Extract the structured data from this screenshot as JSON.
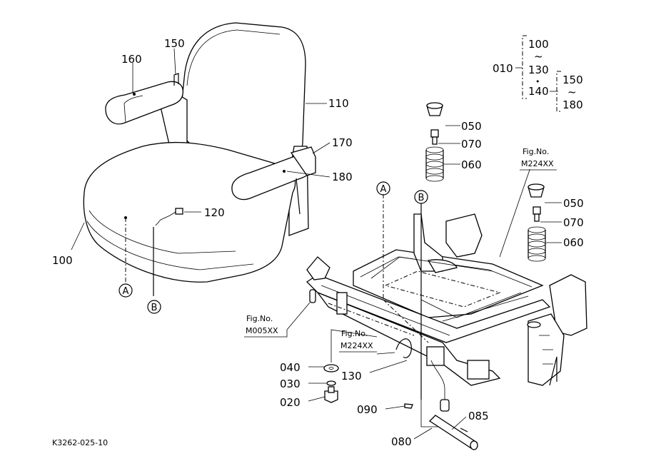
{
  "parts": {
    "p100": "100",
    "p110": "110",
    "p120": "120",
    "p130": "130",
    "p150": "150",
    "p160": "160",
    "p170": "170",
    "p180": "180",
    "p010": "010",
    "p020": "020",
    "p030": "030",
    "p040": "040",
    "p050a": "050",
    "p070a": "070",
    "p060a": "060",
    "p050b": "050",
    "p070b": "070",
    "p060b": "060",
    "p080": "080",
    "p085": "085",
    "p090": "090"
  },
  "bracket": {
    "top": "100",
    "mid1": "130",
    "mid2": "140",
    "side_top": "150",
    "side_bot": "180",
    "tilde": "~",
    "dot": "•"
  },
  "refs": {
    "a1": "A",
    "b1": "B",
    "a2": "A",
    "b2": "B"
  },
  "figrefs": {
    "fig_label": "Fig.No.",
    "m224_top": "M224XX",
    "m005": "M005XX",
    "m224_mid": "M224XX"
  },
  "footer_code": "K3262-025-10"
}
